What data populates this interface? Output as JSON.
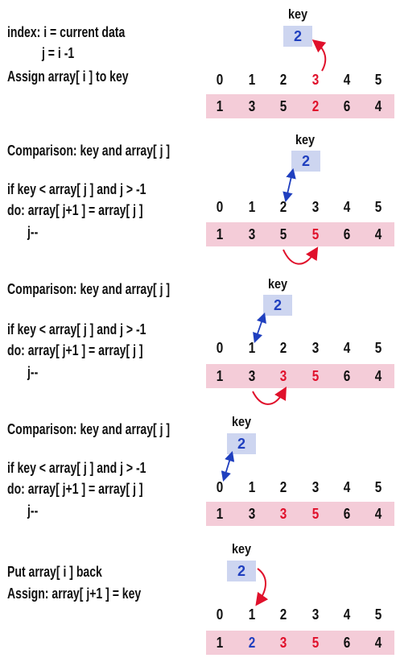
{
  "step1": {
    "lines": [
      "index: i = current data",
      "j = i -1",
      "Assign array[ i ] to key"
    ],
    "key_label": "key",
    "key_value": "2",
    "indices": [
      "0",
      "1",
      "2",
      "3",
      "4",
      "5"
    ],
    "values": [
      "1",
      "3",
      "5",
      "2",
      "6",
      "4"
    ]
  },
  "step2": {
    "lines": [
      "Comparison: key and array[ j ]",
      "if key < array[ j ] and j > -1",
      "do: array[ j+1 ] = array[ j ]",
      "j--"
    ],
    "key_label": "key",
    "key_value": "2",
    "indices": [
      "0",
      "1",
      "2",
      "3",
      "4",
      "5"
    ],
    "values": [
      "1",
      "3",
      "5",
      "5",
      "6",
      "4"
    ]
  },
  "step3": {
    "lines": [
      "Comparison: key and array[ j ]",
      "if key < array[ j ] and j > -1",
      "do: array[ j+1 ] = array[ j ]",
      "j--"
    ],
    "key_label": "key",
    "key_value": "2",
    "indices": [
      "0",
      "1",
      "2",
      "3",
      "4",
      "5"
    ],
    "values": [
      "1",
      "3",
      "3",
      "5",
      "6",
      "4"
    ]
  },
  "step4": {
    "lines": [
      "Comparison: key and array[ j ]",
      "if key < array[ j ] and j > -1",
      "do: array[ j+1 ] = array[ j ]",
      "j--"
    ],
    "key_label": "key",
    "key_value": "2",
    "indices": [
      "0",
      "1",
      "2",
      "3",
      "4",
      "5"
    ],
    "values": [
      "1",
      "3",
      "3",
      "5",
      "6",
      "4"
    ]
  },
  "step5": {
    "lines": [
      "Put array[ i ] back",
      "Assign: array[ j+1 ] = key"
    ],
    "key_label": "key",
    "key_value": "2",
    "indices": [
      "0",
      "1",
      "2",
      "3",
      "4",
      "5"
    ],
    "values": [
      "1",
      "2",
      "3",
      "5",
      "6",
      "4"
    ]
  },
  "colors": {
    "highlight": "#e0102b",
    "key_blue": "#1f3fbf",
    "array_bg": "#f4ccd8",
    "key_bg": "#cdd5f0"
  }
}
